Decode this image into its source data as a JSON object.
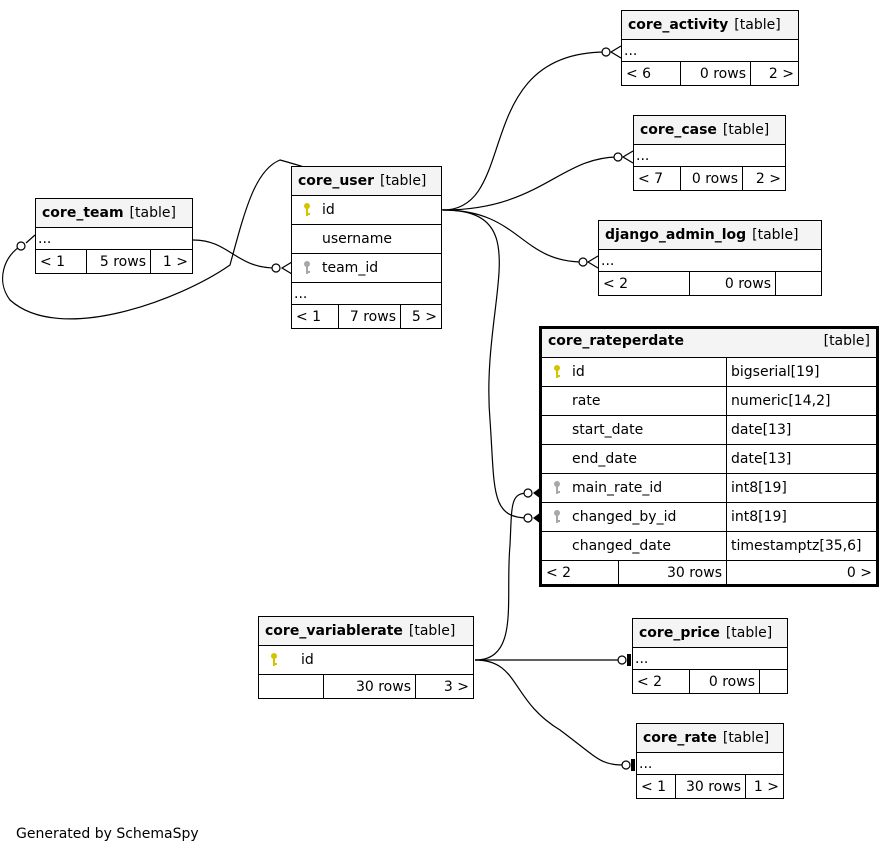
{
  "footer": {
    "generated": "Generated by SchemaSpy"
  },
  "kind_label": "[table]",
  "more": "...",
  "tables": {
    "core_activity": {
      "name": "core_activity",
      "prev": "< 6",
      "rows": "0 rows",
      "next": "2 >"
    },
    "core_case": {
      "name": "core_case",
      "prev": "< 7",
      "rows": "0 rows",
      "next": "2 >"
    },
    "django_admin_log": {
      "name": "django_admin_log",
      "prev": "< 2",
      "rows": "0 rows",
      "next": ""
    },
    "core_team": {
      "name": "core_team",
      "prev": "< 1",
      "rows": "5 rows",
      "next": "1 >"
    },
    "core_user": {
      "name": "core_user",
      "columns": [
        "id",
        "username",
        "team_id"
      ],
      "prev": "< 1",
      "rows": "7 rows",
      "next": "5 >"
    },
    "core_rateperdate": {
      "name": "core_rateperdate",
      "columns": [
        {
          "name": "id",
          "type": "bigserial[19]"
        },
        {
          "name": "rate",
          "type": "numeric[14,2]"
        },
        {
          "name": "start_date",
          "type": "date[13]"
        },
        {
          "name": "end_date",
          "type": "date[13]"
        },
        {
          "name": "main_rate_id",
          "type": "int8[19]"
        },
        {
          "name": "changed_by_id",
          "type": "int8[19]"
        },
        {
          "name": "changed_date",
          "type": "timestamptz[35,6]"
        }
      ],
      "prev": "< 2",
      "rows": "30 rows",
      "next": "0 >"
    },
    "core_variablerate": {
      "name": "core_variablerate",
      "columns": [
        "id"
      ],
      "prev": "",
      "rows": "30 rows",
      "next": "3 >"
    },
    "core_price": {
      "name": "core_price",
      "prev": "< 2",
      "rows": "0 rows",
      "next": ""
    },
    "core_rate": {
      "name": "core_rate",
      "prev": "< 1",
      "rows": "30 rows",
      "next": "1 >"
    }
  },
  "colors": {
    "primary_key": "#d4c400",
    "foreign_key": "#a8a8a8",
    "header_bg": "#f4f4f4"
  }
}
